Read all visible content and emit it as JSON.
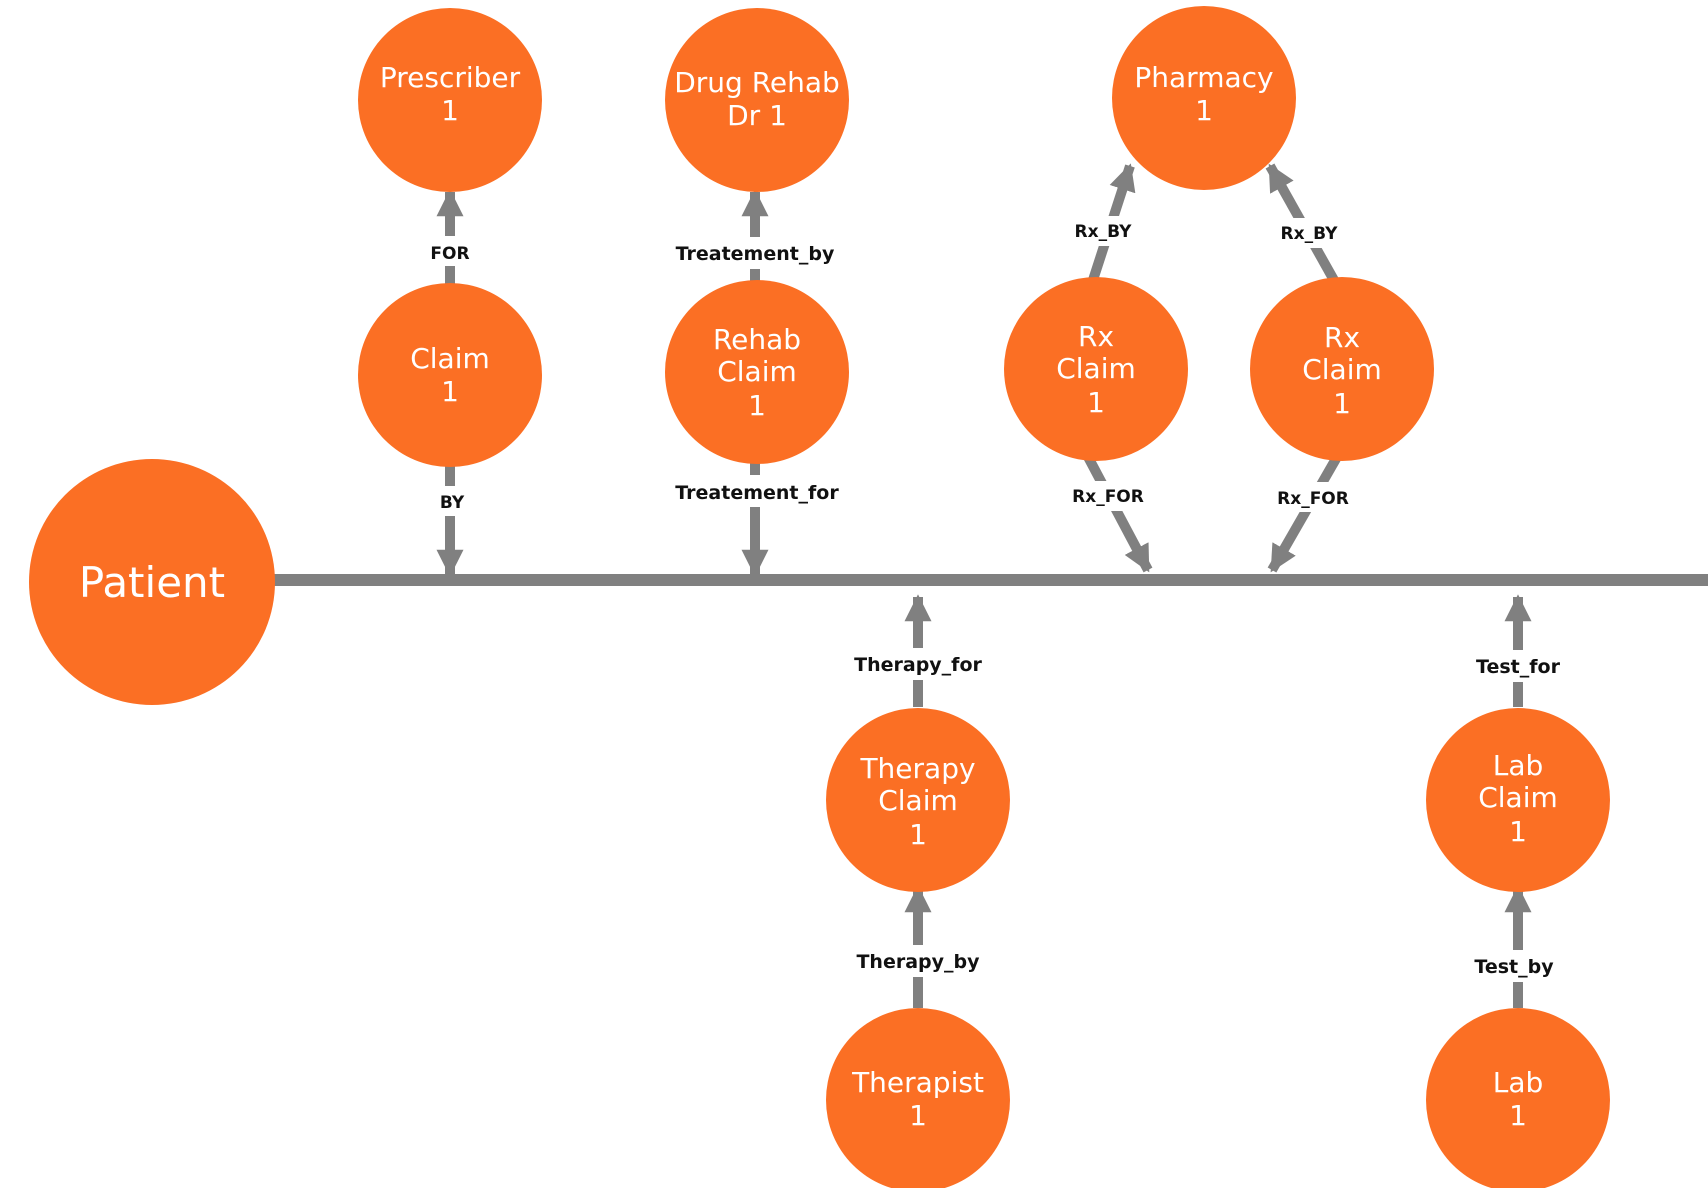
{
  "colors": {
    "node_fill": "#fb6f24",
    "edge_color": "#808080",
    "label_color": "#111111",
    "node_text": "#ffffff"
  },
  "nodes": {
    "patient": {
      "lines": [
        "Patient"
      ]
    },
    "prescriber": {
      "lines": [
        "Prescriber",
        "1"
      ]
    },
    "claim": {
      "lines": [
        "Claim",
        "1"
      ]
    },
    "drug_rehab_dr": {
      "lines": [
        "Drug Rehab",
        "Dr 1"
      ]
    },
    "rehab_claim": {
      "lines": [
        "Rehab",
        "Claim",
        "1"
      ]
    },
    "pharmacy": {
      "lines": [
        "Pharmacy",
        "1"
      ]
    },
    "rx_claim_a": {
      "lines": [
        "Rx",
        "Claim",
        "1"
      ]
    },
    "rx_claim_b": {
      "lines": [
        "Rx",
        "Claim",
        "1"
      ]
    },
    "therapy_claim": {
      "lines": [
        "Therapy",
        "Claim",
        "1"
      ]
    },
    "therapist": {
      "lines": [
        "Therapist",
        "1"
      ]
    },
    "lab_claim": {
      "lines": [
        "Lab",
        "Claim",
        "1"
      ]
    },
    "lab": {
      "lines": [
        "Lab",
        "1"
      ]
    }
  },
  "edges": {
    "claim_for": "FOR",
    "claim_by": "BY",
    "rehab_treatement_by": "Treatement_by",
    "rehab_treatement_for": "Treatement_for",
    "rx_a_by": "Rx_BY",
    "rx_b_by": "Rx_BY",
    "rx_a_for": "Rx_FOR",
    "rx_b_for": "Rx_FOR",
    "therapy_for": "Therapy_for",
    "therapy_by": "Therapy_by",
    "test_for": "Test_for",
    "test_by": "Test_by"
  }
}
